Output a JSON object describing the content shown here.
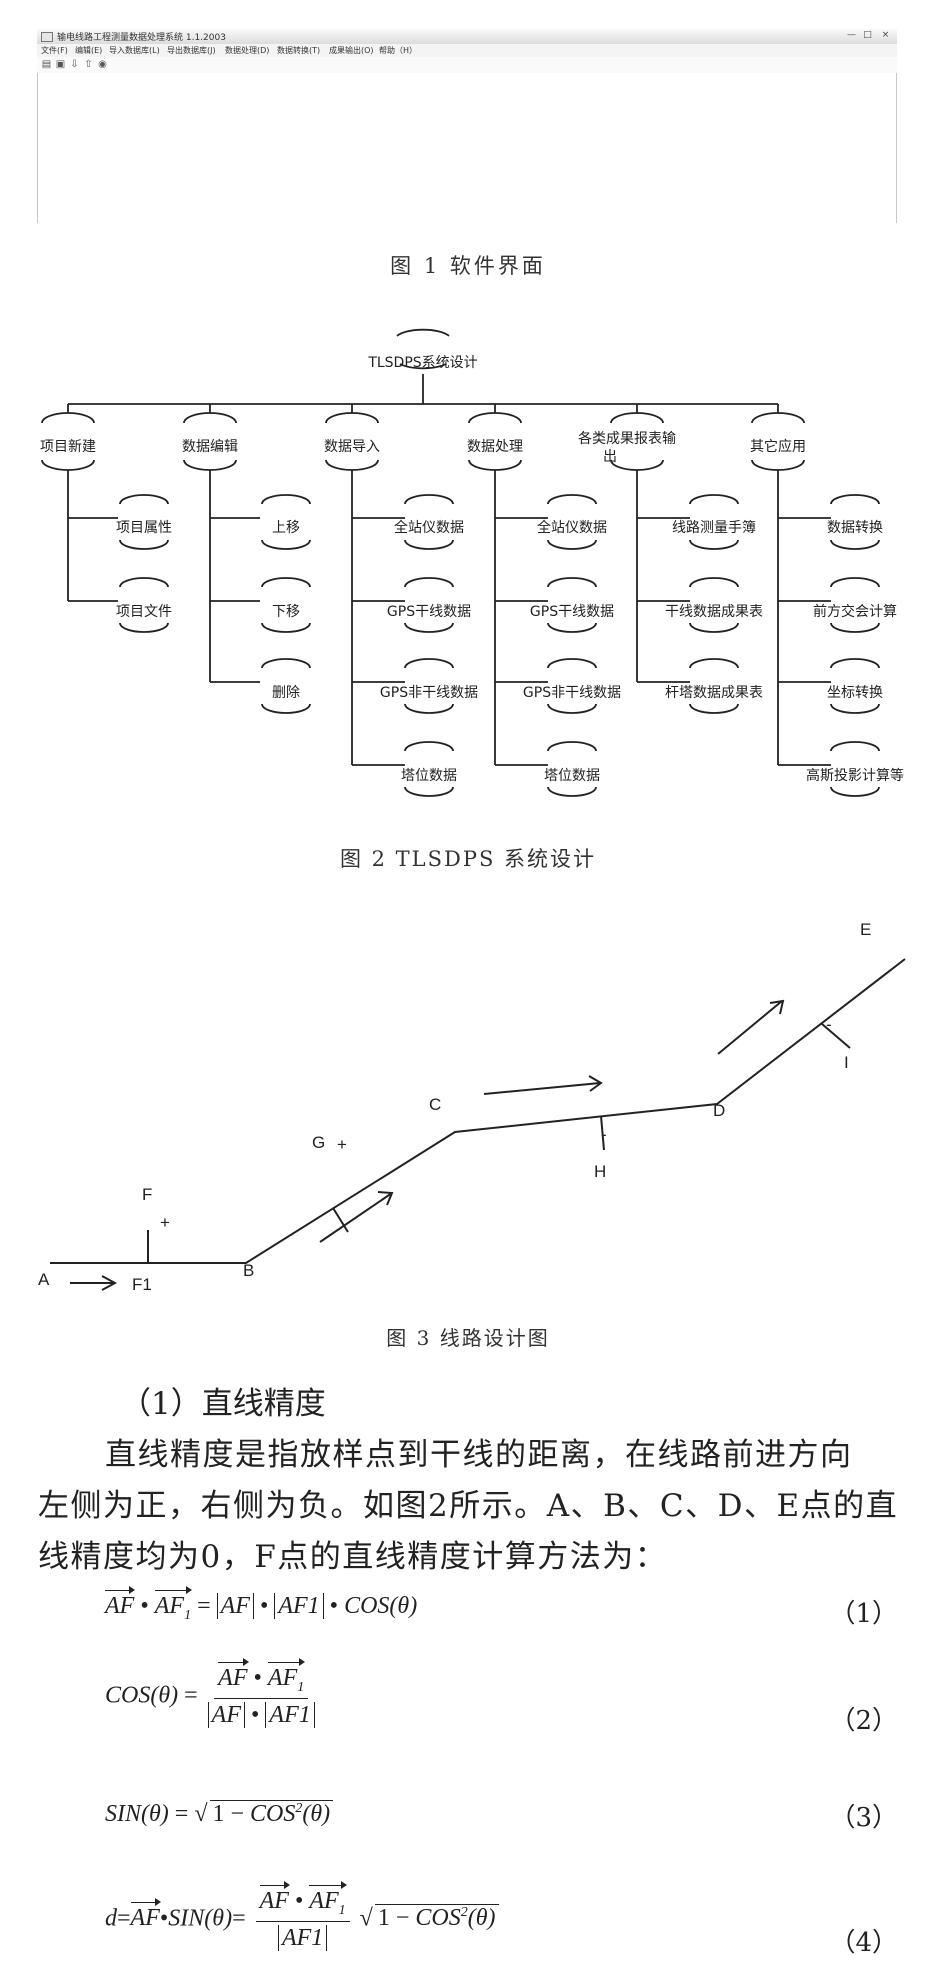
{
  "figure1": {
    "window_title": "输电线路工程测量数据处理系统    1.1.2003",
    "window_buttons": [
      "—",
      "□",
      "×"
    ],
    "menu": [
      "文件(F)",
      "编辑(E)",
      "导入数据库(L)",
      "导出数据库(J)",
      "数据处理(D)",
      "数据转换(T)",
      "成果输出(O)",
      "帮助（H）"
    ],
    "toolbar_icons": [
      "open-icon",
      "save-icon",
      "down-icon",
      "up-icon",
      "help-icon"
    ],
    "caption": "图 1 软件界面"
  },
  "figure2": {
    "root": "TLSDPS系统设计",
    "branches": [
      {
        "label": "项目新建",
        "children": [
          "项目属性",
          "项目文件"
        ]
      },
      {
        "label": "数据编辑",
        "children": [
          "上移",
          "下移",
          "删除"
        ]
      },
      {
        "label": "数据导入",
        "children": [
          "全站仪数据",
          "GPS干线数据",
          "GPS非干线数据",
          "塔位数据"
        ]
      },
      {
        "label": "数据处理",
        "children": [
          "全站仪数据",
          "GPS干线数据",
          "GPS非干线数据",
          "塔位数据"
        ]
      },
      {
        "label_line1": "各类成果报表输",
        "label_line2": "出",
        "children": [
          "线路测量手簿",
          "干线数据成果表",
          "杆塔数据成果表"
        ]
      },
      {
        "label": "其它应用",
        "children": [
          "数据转换",
          "前方交会计算",
          "坐标转换",
          "高斯投影计算等"
        ]
      }
    ],
    "caption": "图 2  TLSDPS 系统设计"
  },
  "figure3": {
    "points": {
      "A": "A",
      "B": "B",
      "C": "C",
      "D": "D",
      "E": "E",
      "F": "F",
      "F1": "F1",
      "G": "G",
      "H": "H",
      "I": "I"
    },
    "signs": {
      "F": "+",
      "G": "+",
      "H": "-",
      "I": "-"
    },
    "caption": "图 3 线路设计图"
  },
  "text": {
    "heading": "（1）直线精度",
    "para_line1": "直线精度是指放样点到干线的距离，在线路前进方向",
    "para_line2": "左侧为正，右侧为负。如图2所示。A、B、C、D、E点的直",
    "para_line3": "线精度均为0，F点的直线精度计算方法为："
  },
  "equations": {
    "eq1_num": "（1）",
    "eq2_num": "（2）",
    "eq3_num": "（3）",
    "eq4_num": "（4）"
  }
}
